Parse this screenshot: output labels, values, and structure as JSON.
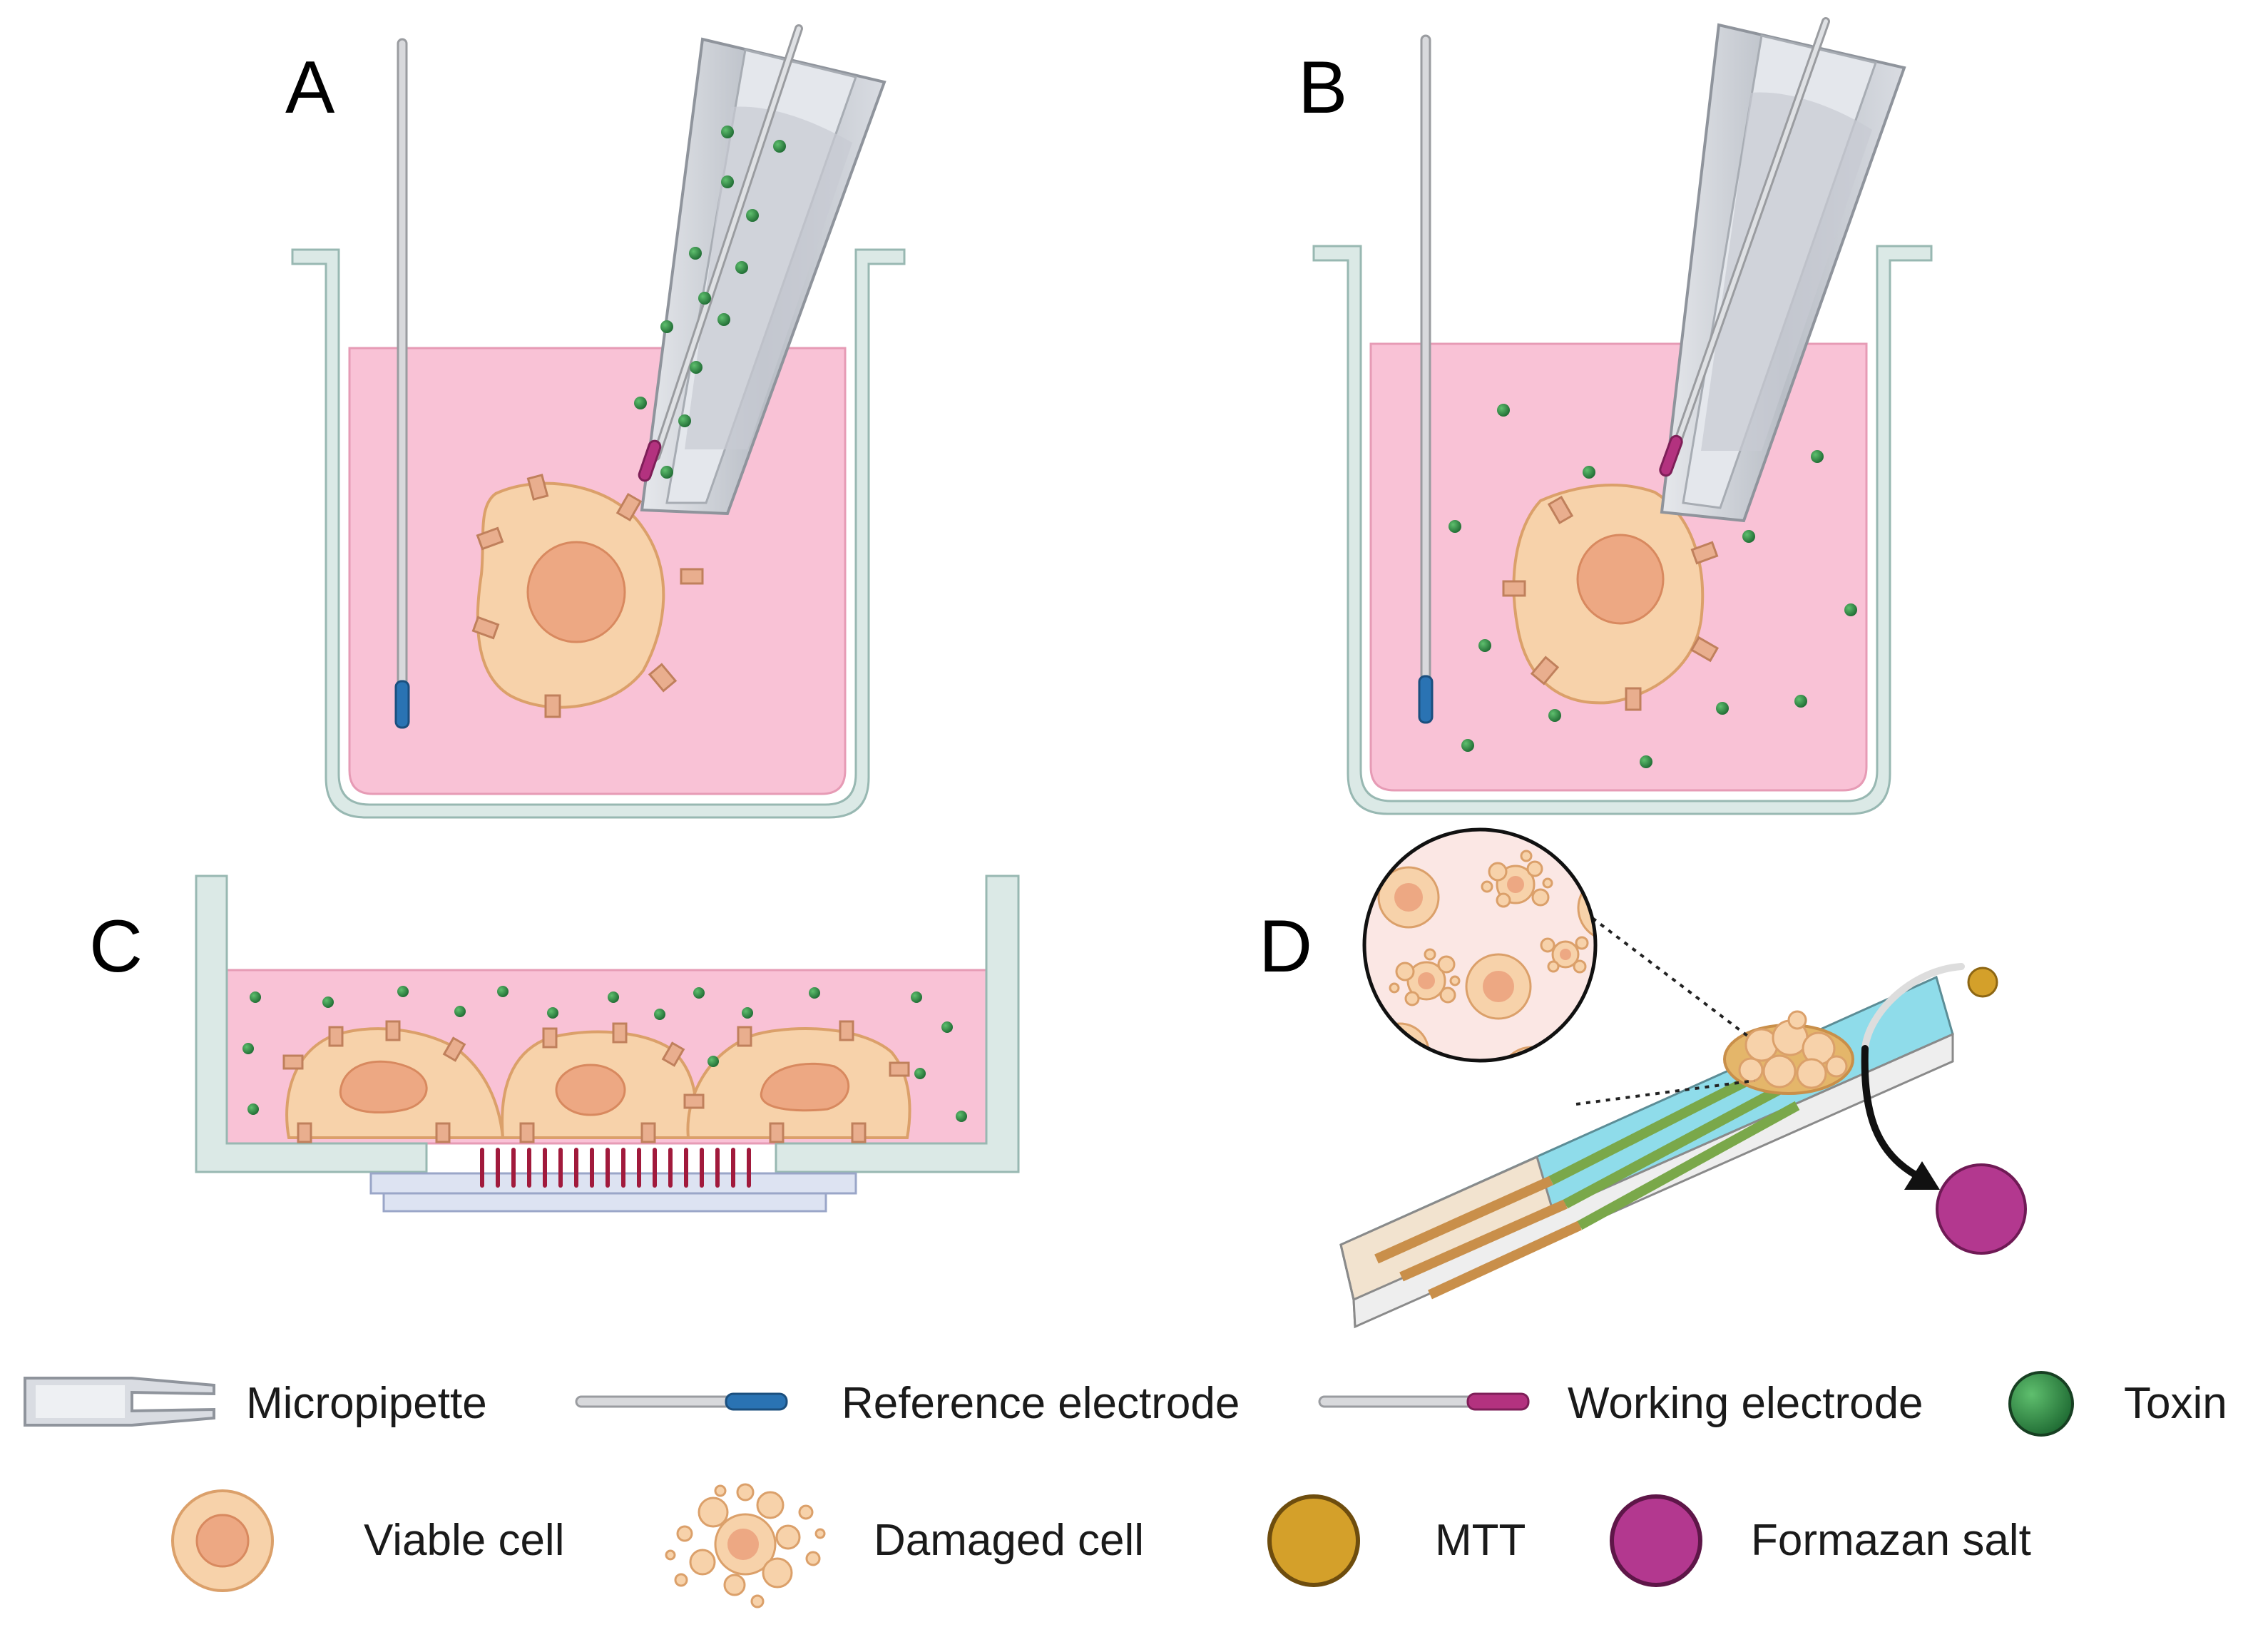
{
  "panels": [
    {
      "letter": "A"
    },
    {
      "letter": "B"
    },
    {
      "letter": "C"
    },
    {
      "letter": "D"
    }
  ],
  "legend": {
    "micropipette": "Micropipette",
    "reference_electrode": "Reference electrode",
    "working_electrode": "Working electrode",
    "toxin": "Toxin",
    "viable_cell": "Viable cell",
    "damaged_cell": "Damaged cell",
    "mtt": "MTT",
    "formazan_salt": "Formazan salt"
  },
  "colors": {
    "medium": "#f9c2d6",
    "medium_line": "#e69bb5",
    "vessel": "#dbe9e6",
    "vessel_stroke": "#98b8b2",
    "cell_fill": "#f7d2aa",
    "cell_stroke": "#dba06a",
    "nucleus": "#eda883",
    "pump": "#e9ae8e",
    "toxin": "#2e8a45",
    "reference_tip": "#2a73b3",
    "working_tip": "#b3327f",
    "pipette": "#c9cdd4",
    "pipette_dark": "#8f949c",
    "mtt": "#d4a02a",
    "formazan": "#b3388f",
    "chip": "#8fdcea",
    "trace": "#7aa84a",
    "contact": "#c98f4a",
    "grating": "#a11a3c"
  }
}
